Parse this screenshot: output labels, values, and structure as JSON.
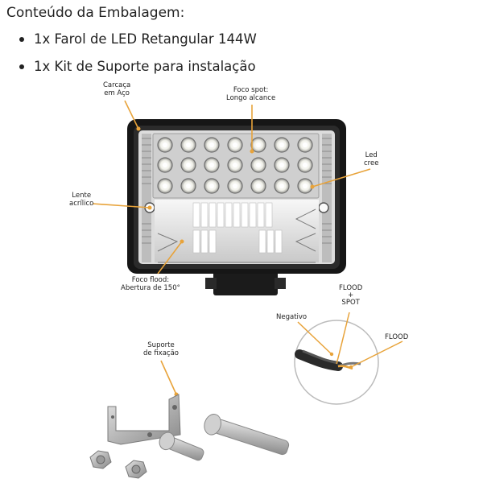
{
  "heading": "Conteúdo da Embalagem:",
  "items": [
    "1x Farol de LED Retangular 144W",
    "1x Kit de Suporte para instalação"
  ],
  "labels": {
    "carcaca": [
      "Carcaça",
      "em Aço"
    ],
    "spot": [
      "Foco spot:",
      "Longo alcance"
    ],
    "led": [
      "Led",
      "cree"
    ],
    "lente": [
      "Lente",
      "acrílico"
    ],
    "flood_focus": [
      "Foco flood:",
      "Abertura de 150°"
    ],
    "suporte": [
      "Suporte",
      "de fixação"
    ]
  },
  "wires": {
    "flood_spot": [
      "FLOOD",
      "+",
      "SPOT"
    ],
    "negativo": "Negativo",
    "flood": "FLOOD"
  },
  "colors": {
    "accent": "#e8a33a",
    "housing": "#1a1a1a"
  }
}
